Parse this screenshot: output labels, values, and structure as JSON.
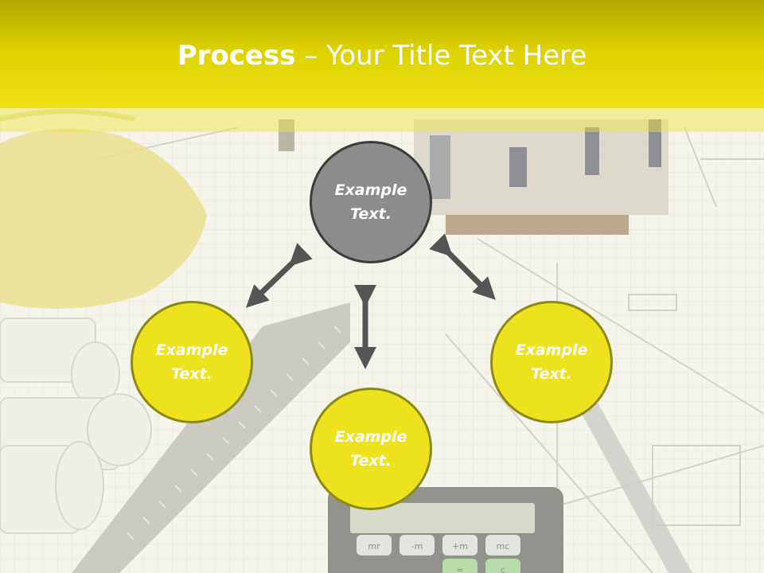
{
  "title": {
    "bold": "Process",
    "rest": " – Your Title Text Here"
  },
  "nodes": {
    "top": "Example\nText.",
    "left": "Example\nText.",
    "right": "Example\nText.",
    "bottom": "Example\nText."
  },
  "colors": {
    "accent_yellow": "#ede21d",
    "header_yellow": "#ddd000",
    "node_gray": "#8c8c8c",
    "arrow": "#555555"
  },
  "background": {
    "calculator_keys": [
      "mr",
      "-m",
      "+m",
      "mc",
      "=",
      "c"
    ]
  }
}
